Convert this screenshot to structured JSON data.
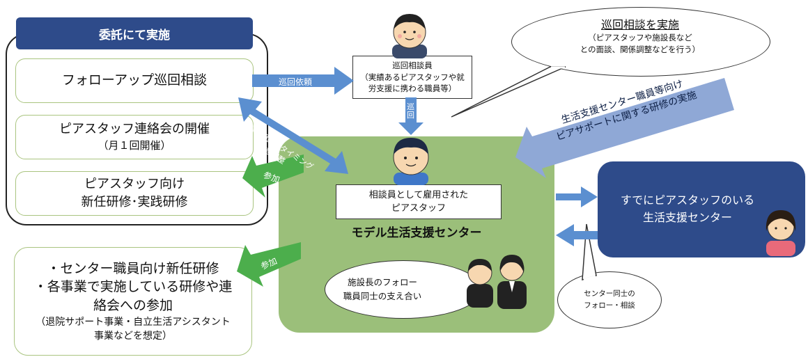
{
  "commission": {
    "header": "委託にて実施",
    "follow_up": "フォローアップ巡回相談",
    "meeting_title": "ピアスタッフ連絡会の開催",
    "meeting_note": "（月１回開催）",
    "training_line1": "ピアスタッフ向け",
    "training_line2": "新任研修･実践研修"
  },
  "center_training": {
    "line1": "・センター職員向け新任研修",
    "line2": "・各事業で実施している研修や連",
    "line3": "絡会への参加",
    "note_line1": "（退院サポート事業・自立生活アシスタント",
    "note_line2": "事業などを想定）"
  },
  "patrol_consultant": {
    "line1": "巡回相談員",
    "line2": "（実績あるピアスタッフや就",
    "line3": "労支援に携わる職員等）"
  },
  "speech": {
    "title": "巡回相談を実施",
    "line1": "（ピアスタッフや施設長など",
    "line2": "との面談、関係調整などを行う）"
  },
  "model_center": {
    "label": "モデル生活支援センター",
    "hired_line1": "相談員として雇用された",
    "hired_line2": "ピアスタッフ",
    "follow_line1": "施設長のフォロー",
    "follow_line2": "職員同士の支え合い"
  },
  "blue_center": {
    "line1": "すでにピアスタッフのいる",
    "line2": "生活支援センター"
  },
  "center_mutual": {
    "line1": "センター同士の",
    "line2": "フォロー・相談"
  },
  "arrows": {
    "patrol_request": "巡回依頼",
    "patrol": "巡回",
    "timing_line1": "巡回相談のタイミング",
    "timing_line2": "を調整",
    "participate": "参加",
    "participate2": "参加",
    "staff_training_line1": "生活支援センター職員等向け",
    "staff_training_line2": "ピアサポートに関する研修の実施"
  },
  "colors": {
    "navy": "#2e4b8a",
    "green_center": "#9bbf7a",
    "green_arrow": "#4cae4c",
    "blue_arrow": "#5b8fd0",
    "box_border": "#a9c47f"
  }
}
